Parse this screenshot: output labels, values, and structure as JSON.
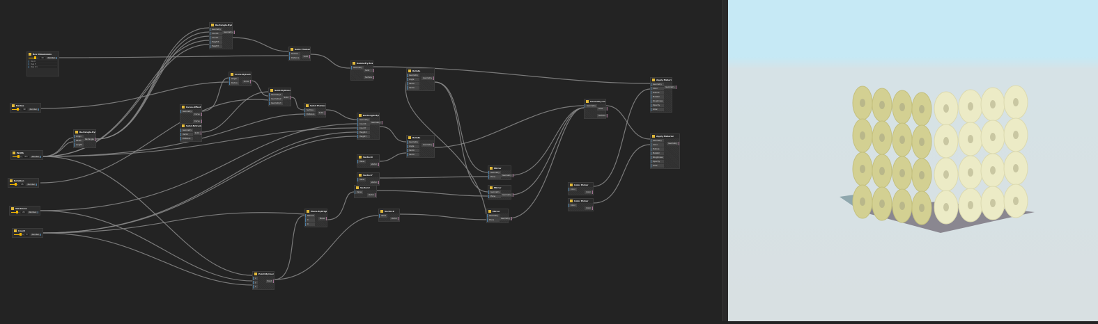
{
  "sliders": [
    {
      "title": "Box Dimensions",
      "value": "10",
      "output": "Number",
      "ranges": [
        {
          "label": "min",
          "value": "0"
        },
        {
          "label": "max",
          "value": "5"
        },
        {
          "label": "step",
          "value": "0.1"
        }
      ]
    },
    {
      "title": "Radius",
      "value": "10",
      "output": "Number"
    },
    {
      "title": "Width",
      "value": "0.5",
      "output": "Number"
    },
    {
      "title": "Rotation",
      "value": "45",
      "output": "Number"
    },
    {
      "title": "Thickness",
      "value": "25",
      "output": "Number"
    },
    {
      "title": "Count",
      "value": "4",
      "output": "Number"
    }
  ],
  "nodes": [
    {
      "title": "Rectangle.ByGrid",
      "inputs": [
        "Geometry",
        "CountX",
        "CountY",
        "HeightX",
        "HeightY"
      ],
      "outputs": [
        "Geometry"
      ]
    },
    {
      "title": "Rectangle.ByCenter",
      "inputs": [
        "Origin",
        "Width",
        "Length"
      ],
      "outputs": [
        "Rectangle"
      ]
    },
    {
      "title": "Circle.ByCenter",
      "inputs": [
        "Origin",
        "Radius"
      ],
      "outputs": [
        "Circle"
      ]
    },
    {
      "title": "Curve.Offset",
      "inputs": [
        "Geometry"
      ],
      "outputs": [
        "Curve",
        "Curve"
      ]
    },
    {
      "title": "Solid.Extrude",
      "inputs": [
        "Geometry",
        "Vector",
        "Distance"
      ],
      "outputs": [
        "Solid"
      ]
    },
    {
      "title": "Solid.Thicken",
      "inputs": [
        "Surface",
        "Distance"
      ],
      "outputs": [
        "Solid"
      ]
    },
    {
      "title": "Solid.ByUnion",
      "inputs": [
        "Geometry1",
        "Geometry2",
        "Geometry3"
      ],
      "outputs": [
        "Solid"
      ]
    },
    {
      "title": "Solid.Thicken",
      "inputs": [
        "Surface",
        "Distance"
      ],
      "outputs": [
        "Solid"
      ]
    },
    {
      "title": "Geometry.Scale",
      "inputs": [
        "Geometry"
      ],
      "outputs": [
        "Solid",
        "Surface"
      ]
    },
    {
      "title": "Rectangle.ByGrid",
      "inputs": [
        "Geometry",
        "CountX",
        "CountY",
        "HeightX",
        "HeightY"
      ],
      "outputs": [
        "Geometry"
      ]
    },
    {
      "title": "Rotate",
      "inputs": [
        "Geometry",
        "Angle",
        "Vector",
        "Vector"
      ],
      "outputs": [
        "Geometry"
      ]
    },
    {
      "title": "Rotate",
      "inputs": [
        "Geometry",
        "Angle",
        "Vector",
        "Vector"
      ],
      "outputs": [
        "Geometry"
      ]
    },
    {
      "title": "Vector.X",
      "inputs": [
        "Value"
      ],
      "outputs": [
        "Vector"
      ]
    },
    {
      "title": "Vector.Y",
      "inputs": [
        "Value"
      ],
      "outputs": [
        "Vector"
      ]
    },
    {
      "title": "Vector.Z",
      "inputs": [
        "Value"
      ],
      "outputs": [
        "Vector"
      ]
    },
    {
      "title": "Vector.Z",
      "inputs": [
        "Value"
      ],
      "outputs": [
        "Vector"
      ]
    },
    {
      "title": "Plane.ByOrigin",
      "inputs": [
        "Normal",
        "0",
        "0"
      ],
      "outputs": [
        "Plane"
      ]
    },
    {
      "title": "Point.ByCoordinates",
      "inputs": [
        "x",
        "y",
        "z"
      ],
      "outputs": [
        "Point"
      ]
    },
    {
      "title": "Mirror",
      "inputs": [
        "Geometry",
        "Plane"
      ],
      "outputs": [
        "Geometry"
      ]
    },
    {
      "title": "Mirror",
      "inputs": [
        "Geometry",
        "Plane"
      ],
      "outputs": [
        "Geometry"
      ]
    },
    {
      "title": "Mirror",
      "inputs": [
        "Geometry",
        "Plane"
      ],
      "outputs": [
        "Geometry"
      ]
    },
    {
      "title": "Geometry.Scale",
      "inputs": [
        "Geometry"
      ],
      "outputs": [
        "Solid",
        "Surface"
      ]
    },
    {
      "title": "Apply Material",
      "inputs": [
        "Geometry",
        "Color",
        "Texture",
        "Metallic",
        "Roughness",
        "Opacity",
        "Glow"
      ],
      "outputs": [
        "Geometry"
      ]
    },
    {
      "title": "Apply Material",
      "inputs": [
        "Geometry",
        "Color",
        "Texture",
        "Metallic",
        "Roughness",
        "Opacity",
        "Glow"
      ],
      "outputs": [
        "Geometry"
      ]
    },
    {
      "title": "Color Picker",
      "inputs": [
        "Color"
      ],
      "outputs": [
        "Color"
      ]
    },
    {
      "title": "Color Picker",
      "inputs": [
        "Color"
      ],
      "outputs": [
        "Color"
      ]
    }
  ],
  "colors": {
    "canvas": "#232323",
    "sky": "#c6e9f5",
    "ground": "#d8e0e2",
    "torus_dark": "#d3d092",
    "torus_light": "#ecebc6",
    "slider_accent": "#f2b600"
  }
}
